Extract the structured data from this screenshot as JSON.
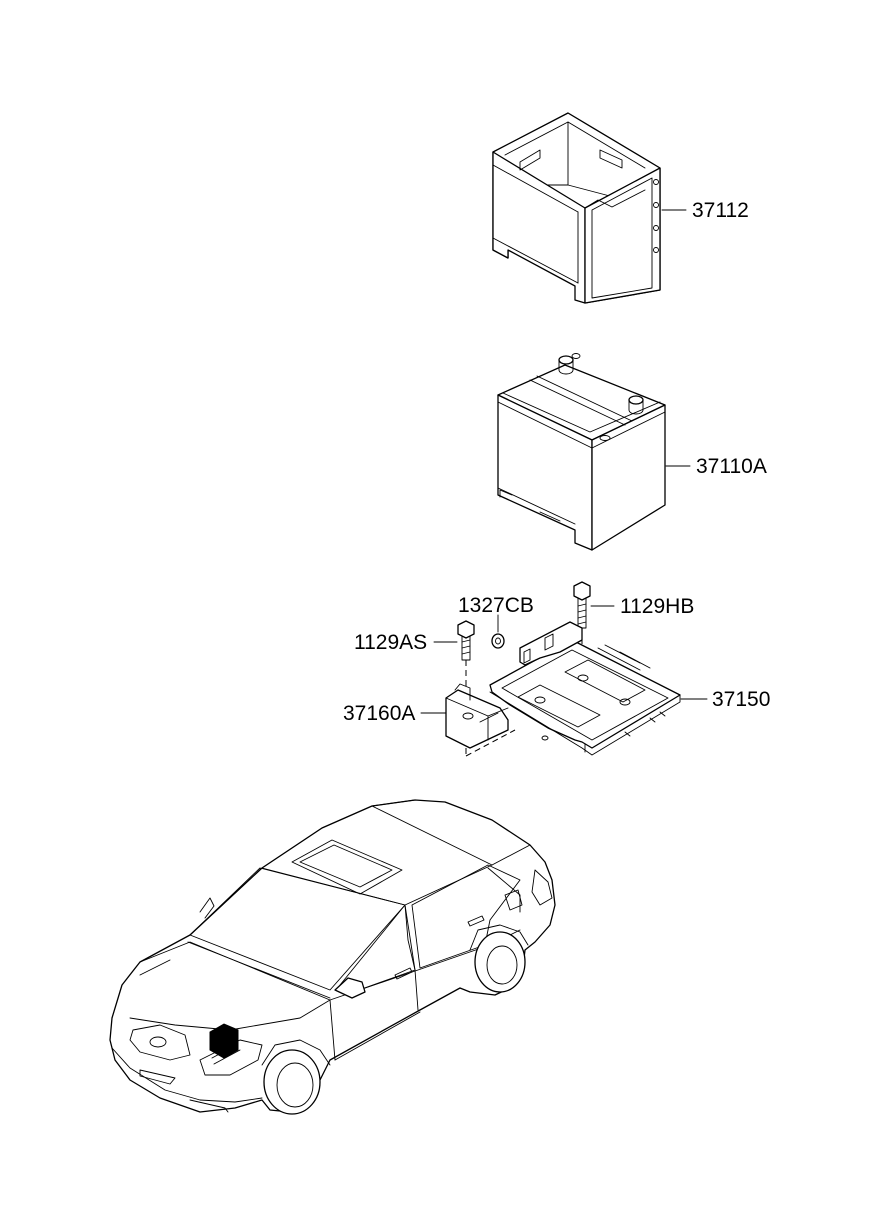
{
  "parts": {
    "battery_insulation_pad": {
      "part_number": "37112"
    },
    "battery": {
      "part_number": "37110A"
    },
    "nut": {
      "part_number": "1327CB"
    },
    "bolt_right": {
      "part_number": "1129HB"
    },
    "bolt_left": {
      "part_number": "1129AS"
    },
    "bracket": {
      "part_number": "37160A"
    },
    "tray": {
      "part_number": "37150"
    }
  },
  "colors": {
    "line": "#000000",
    "background": "#ffffff",
    "marker": "#000000"
  },
  "icons": {
    "location_marker": "battery-location-marker-icon"
  }
}
